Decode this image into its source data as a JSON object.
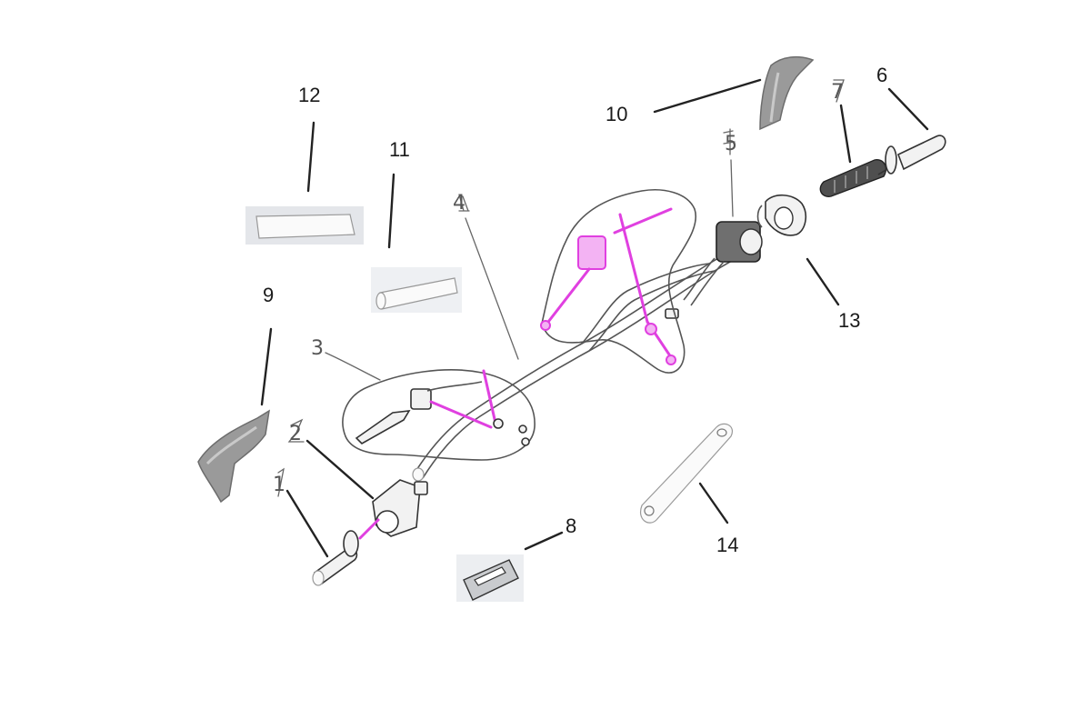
{
  "diagram": {
    "callouts": [
      {
        "id": "1",
        "label": "1"
      },
      {
        "id": "2",
        "label": "2"
      },
      {
        "id": "3",
        "label": "3"
      },
      {
        "id": "4",
        "label": "4"
      },
      {
        "id": "5",
        "label": "5"
      },
      {
        "id": "6",
        "label": "6"
      },
      {
        "id": "7",
        "label": "7"
      },
      {
        "id": "8",
        "label": "8"
      },
      {
        "id": "9",
        "label": "9"
      },
      {
        "id": "10",
        "label": "10"
      },
      {
        "id": "11",
        "label": "11"
      },
      {
        "id": "12",
        "label": "12"
      },
      {
        "id": "13",
        "label": "13"
      },
      {
        "id": "14",
        "label": "14"
      }
    ],
    "colors": {
      "highlight": "#e040e0",
      "part_gray": "#6f6f6f",
      "line": "#222222"
    }
  }
}
